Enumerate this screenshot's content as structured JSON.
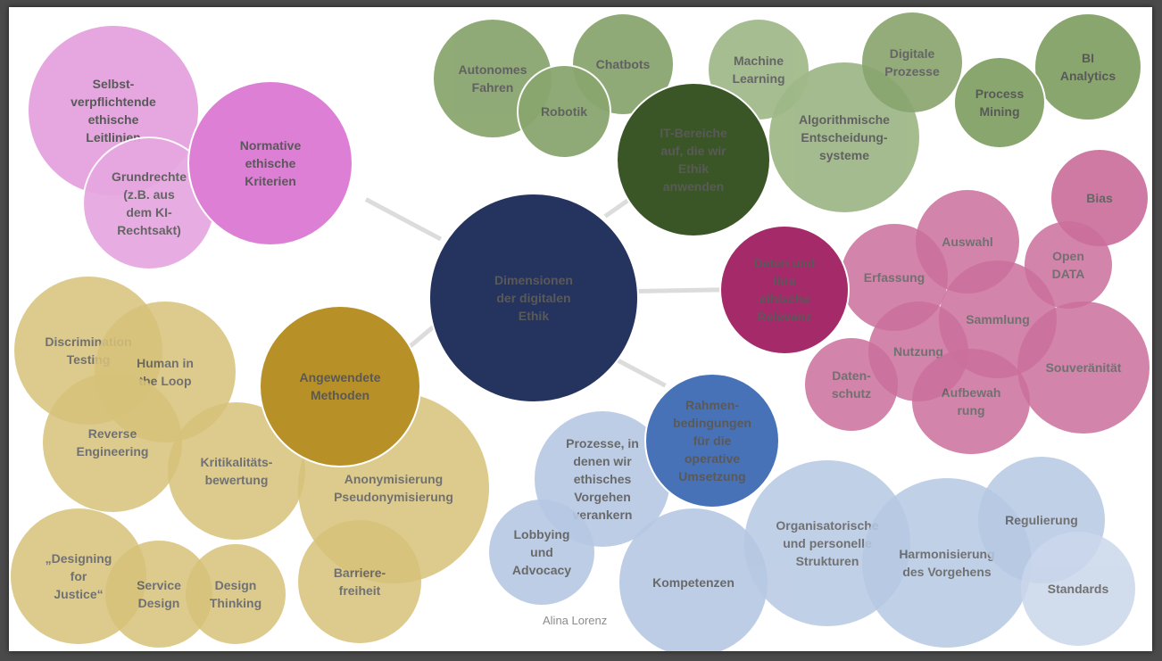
{
  "center": {
    "label": "Dimensionen\nder digitalen\nEthik",
    "color": "#25335f"
  },
  "hubs": {
    "normative": {
      "label": "Normative\nethische\nKriterien",
      "color": "#dd7fd5"
    },
    "it": {
      "label": "IT-Bereiche\nauf, die wir\nEthik\nanwenden",
      "color": "#3b5626"
    },
    "daten": {
      "label": "Daten und\nihre\nethische\nRelevanz",
      "color": "#a52a69"
    },
    "rahmen": {
      "label": "Rahmen-\nbedingungen\nfür die\noperative\nUmsetzung",
      "color": "#4872b8"
    },
    "methoden": {
      "label": "Angewendete\nMethoden",
      "color": "#b89028"
    }
  },
  "normative_items": [
    "Selbst-\nverpflichtende\nethische\nLeitlinien",
    "Grundrechte\n(z.B. aus\ndem KI-\nRechtsakt)"
  ],
  "it_items": [
    "Autonomes\nFahren",
    "Chatbots",
    "Robotik",
    "Machine\nLearning",
    "Digitale\nProzesse",
    "BI\nAnalytics",
    "Process\nMining",
    "Algorithmische\nEntscheidung-\nsysteme"
  ],
  "daten_items": [
    "Bias",
    "Auswahl",
    "Erfassung",
    "Open\nDATA",
    "Sammlung",
    "Nutzung",
    "Souveränität",
    "Daten-\nschutz",
    "Aufbewah\nrung"
  ],
  "rahmen_items": [
    "Prozesse, in\ndenen wir\nethisches\nVorgehen\nverankern",
    "Lobbying\nund\nAdvocacy",
    "Kompetenzen",
    "Organisatorische\nund personelle\nStrukturen",
    "Harmonisierung\ndes Vorgehens",
    "Regulierung",
    "Standards"
  ],
  "methoden_items": [
    "Discrimination\nTesting",
    "Human in\nthe Loop",
    "Reverse\nEngineering",
    "Kritikalitäts-\nbewertung",
    "Anonymisierung\nPseudonymisierung",
    "„Designing\nfor\nJustice“",
    "Service\nDesign",
    "Design\nThinking",
    "Barriere-\nfreiheit"
  ],
  "palette": {
    "pink_light": "#e6a6e0",
    "green_light": "#8aa66f",
    "magenta_light": "#cb6f9c",
    "blue_light": "#b6c8e3",
    "gold_light": "#d7c27a",
    "connector": "#dcdcdc"
  },
  "credit": "Alina Lorenz"
}
